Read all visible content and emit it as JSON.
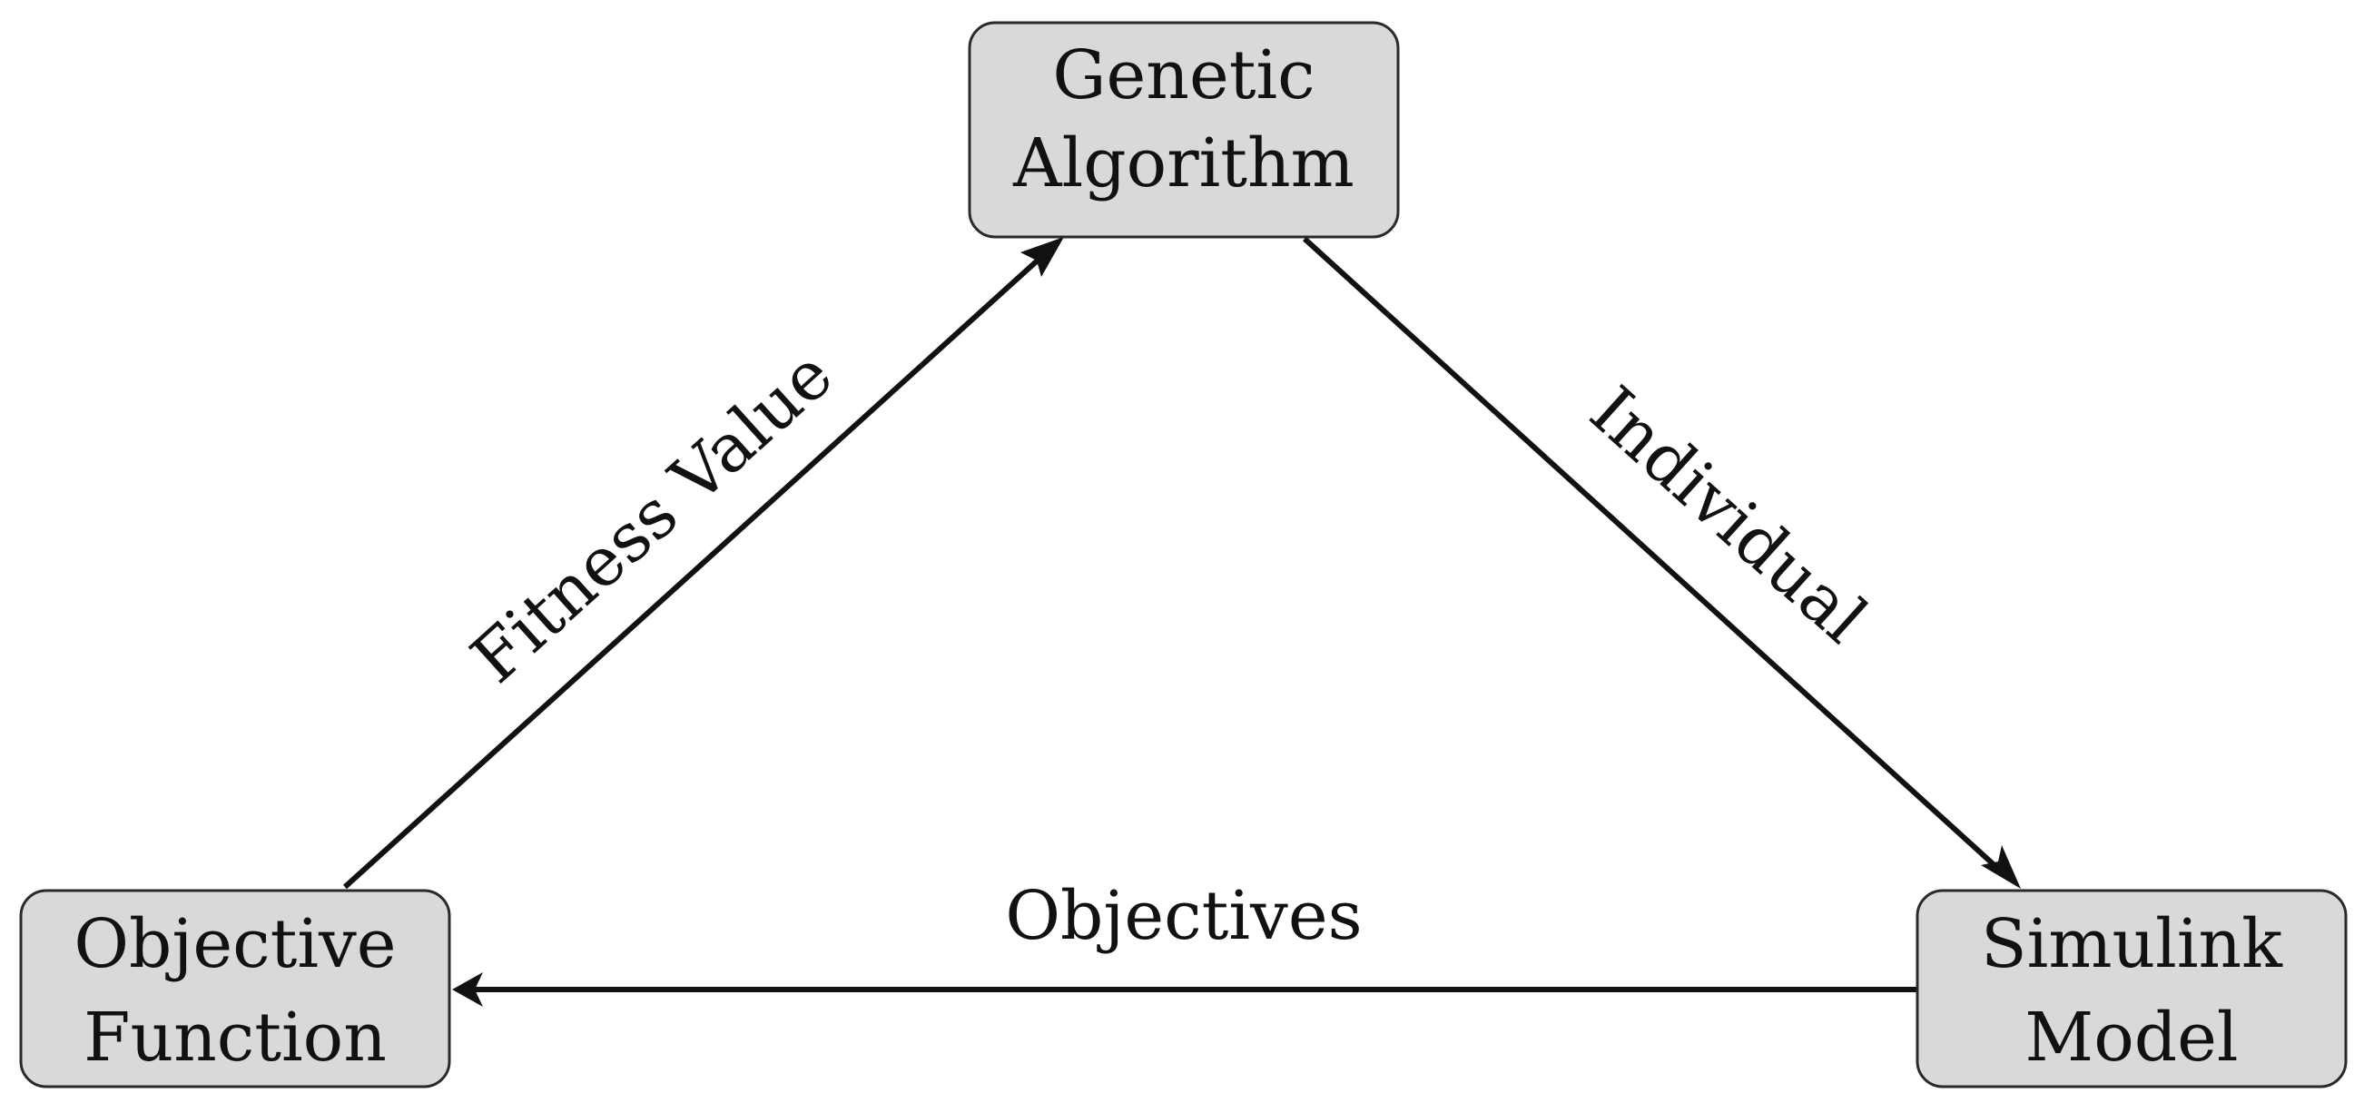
{
  "diagram": {
    "nodes": {
      "genetic_algorithm": {
        "line1": "Genetic",
        "line2": "Algorithm"
      },
      "objective_function": {
        "line1": "Objective",
        "line2": "Function"
      },
      "simulink_model": {
        "line1": "Simulink",
        "line2": "Model"
      }
    },
    "edges": {
      "fitness_value": {
        "label": "Fitness Value",
        "from": "Objective Function",
        "to": "Genetic Algorithm"
      },
      "individual": {
        "label": "Individual",
        "from": "Genetic Algorithm",
        "to": "Simulink Model"
      },
      "objectives": {
        "label": "Objectives",
        "from": "Simulink Model",
        "to": "Objective Function"
      }
    },
    "colors": {
      "node_fill": "#d9d9d9",
      "stroke": "#111111"
    }
  }
}
